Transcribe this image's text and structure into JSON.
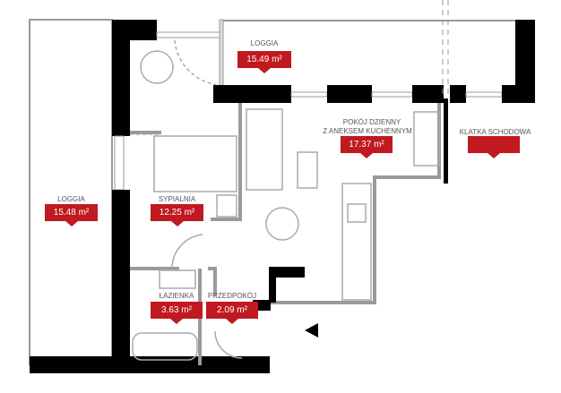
{
  "rooms": {
    "loggia_top": {
      "name": "LOGGIA",
      "area": "15.49 m²"
    },
    "living": {
      "name_line1": "POKÓJ DZIENNY",
      "name_line2": "Z ANEKSEM KUCHENNYM",
      "area": "17.37 m²"
    },
    "staircase": {
      "name": "KLATKA SCHODOWA",
      "area": ""
    },
    "loggia_left": {
      "name": "LOGGIA",
      "area": "15.48 m²"
    },
    "bedroom": {
      "name": "SYPIALNIA",
      "area": "12.25 m²"
    },
    "bathroom": {
      "name": "ŁAZIENKA",
      "area": "3.63 m²"
    },
    "hall": {
      "name": "PRZEDPOKÓJ",
      "area": "2.09 m²"
    }
  },
  "colors": {
    "tag": "#c0191f",
    "wall": "#000000",
    "partition": "#9a9a9a"
  }
}
